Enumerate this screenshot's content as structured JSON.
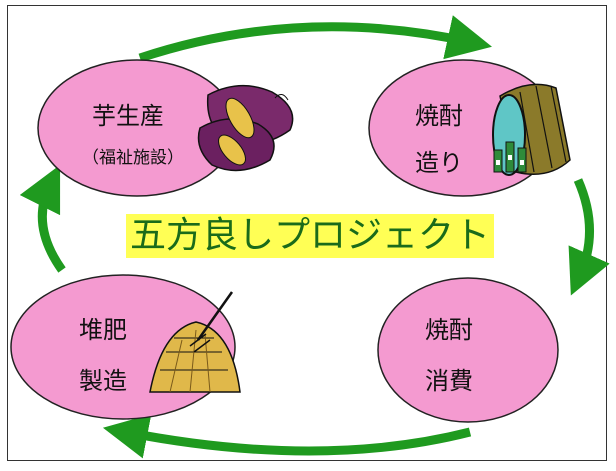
{
  "title": "五方良しプロジェクト",
  "nodes": {
    "imo": {
      "line1": "芋生産",
      "line2": "（福祉施設）"
    },
    "shochu_make": {
      "line1": "焼酎",
      "line2": "造り"
    },
    "compost": {
      "line1": "堆肥",
      "line2": "製造"
    },
    "shochu_consume": {
      "line1": "焼酎",
      "line2": "消費"
    }
  },
  "colors": {
    "ellipse_fill": "#f49ad0",
    "arrow": "#1f9a1f",
    "title_bg": "#ffff55",
    "title_text": "#1a6b1a"
  },
  "icons": [
    "sweet-potato-icon",
    "barrel-bottles-icon",
    "hay-pitchfork-icon"
  ]
}
